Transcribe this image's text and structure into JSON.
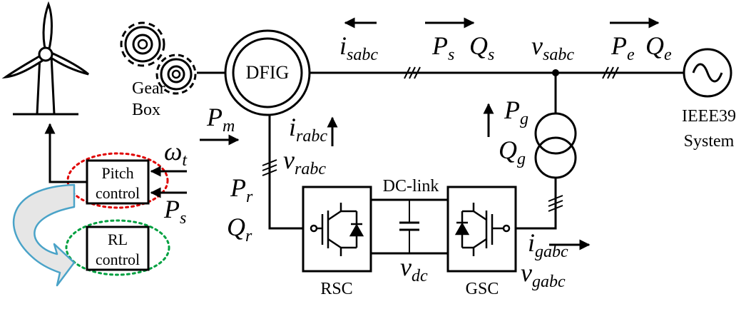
{
  "components": {
    "gearbox_line1": "Gear",
    "gearbox_line2": "Box",
    "generator": "DFIG",
    "grid_line1": "IEEE39",
    "grid_line2": "System",
    "pitch_line1": "Pitch",
    "pitch_line2": "control",
    "rl_line1": "RL",
    "rl_line2": "control",
    "dclink": "DC-link",
    "rsc": "RSC",
    "gsc": "GSC"
  },
  "signals": {
    "i_sabc": {
      "main": "i",
      "sub": "sabc"
    },
    "P_s_top": {
      "main": "P",
      "sub": "s"
    },
    "Q_s": {
      "main": "Q",
      "sub": "s"
    },
    "v_sabc": {
      "main": "v",
      "sub": "sabc"
    },
    "P_e": {
      "main": "P",
      "sub": "e"
    },
    "Q_e": {
      "main": "Q",
      "sub": "e"
    },
    "P_m": {
      "main": "P",
      "sub": "m"
    },
    "i_rabc": {
      "main": "i",
      "sub": "rabc"
    },
    "v_rabc": {
      "main": "v",
      "sub": "rabc"
    },
    "P_g": {
      "main": "P",
      "sub": "g"
    },
    "Q_g": {
      "main": "Q",
      "sub": "g"
    },
    "omega_t": {
      "main": "ω",
      "sub": "t"
    },
    "P_s_left": {
      "main": "P",
      "sub": "s"
    },
    "P_r": {
      "main": "P",
      "sub": "r"
    },
    "Q_r": {
      "main": "Q",
      "sub": "r"
    },
    "v_dc": {
      "main": "v",
      "sub": "dc"
    },
    "i_gabc": {
      "main": "i",
      "sub": "gabc"
    },
    "v_gabc": {
      "main": "v",
      "sub": "gabc"
    }
  },
  "colors": {
    "line": "#000000",
    "pitch_ellipse": "#e00000",
    "rl_ellipse": "#00a040",
    "curved_arrow_fill": "#e6e6e6",
    "curved_arrow_stroke": "#4aa3c8"
  }
}
